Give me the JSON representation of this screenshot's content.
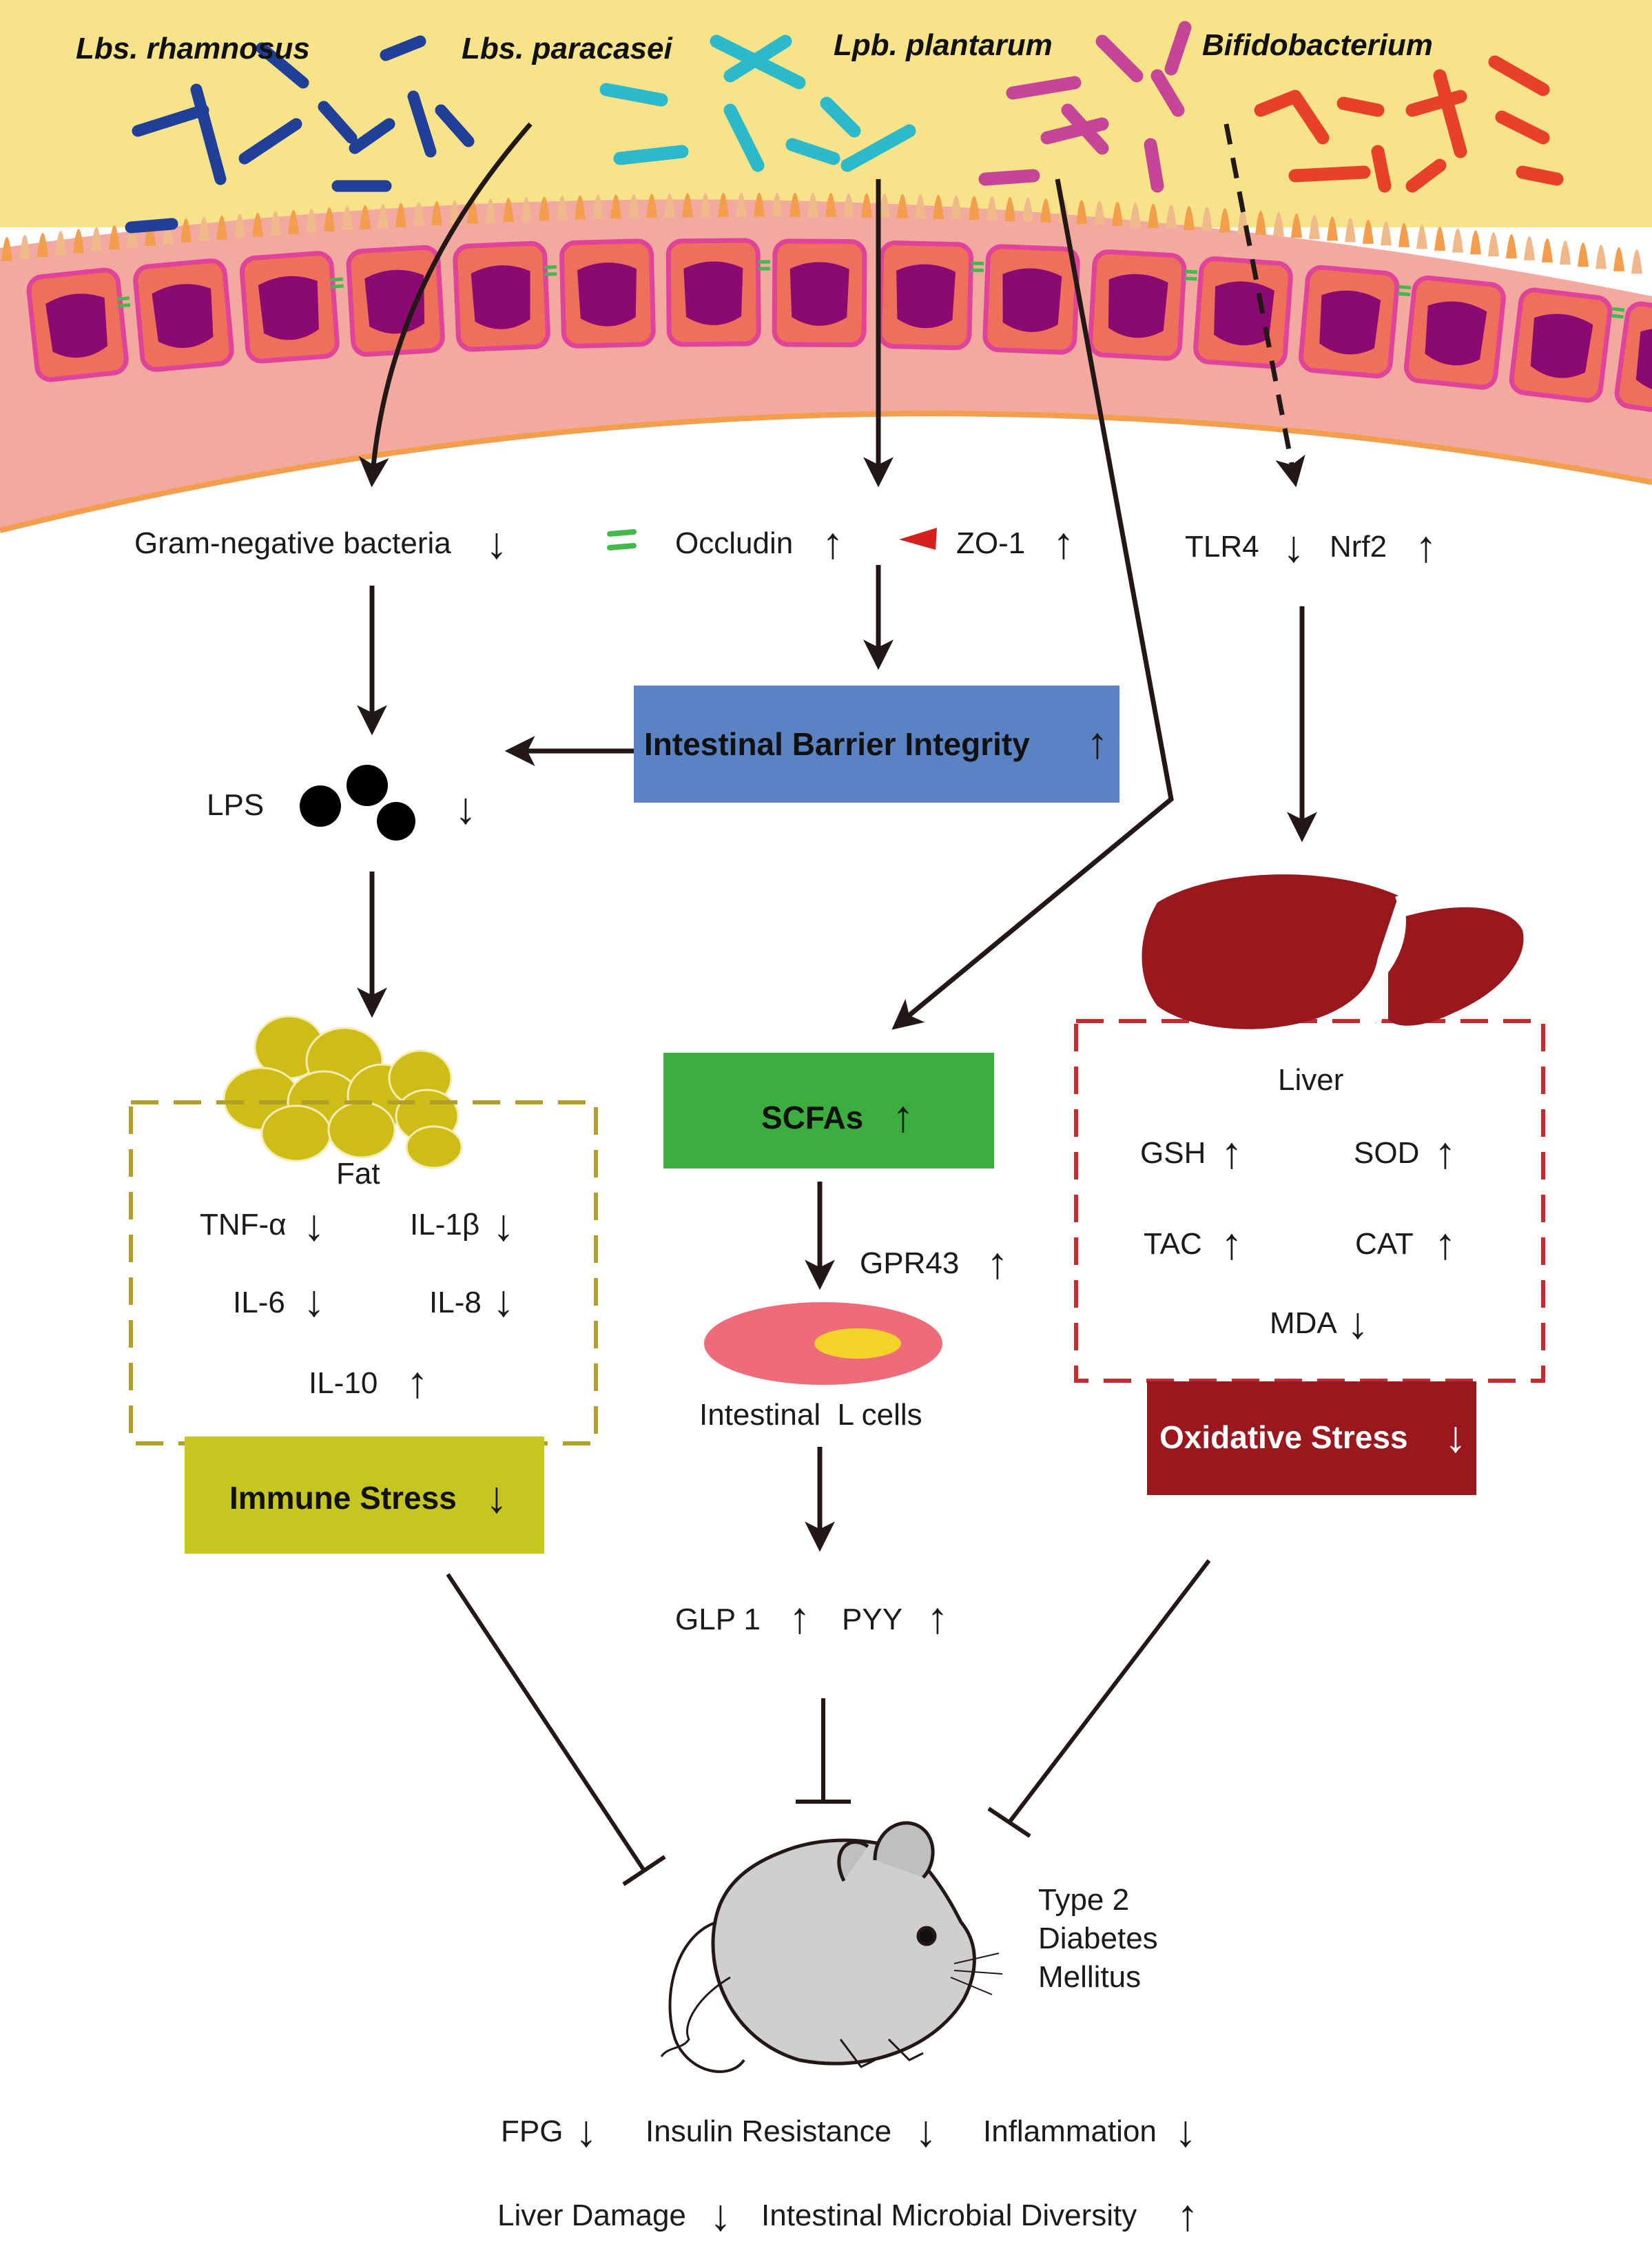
{
  "bacteria": {
    "rhamnosus": "Lbs. rhamnosus",
    "paracasei": "Lbs. paracasei",
    "plantarum": "Lpb. plantarum",
    "bifidobacterium": "Bifidobacterium"
  },
  "gut": {
    "gram_negative": "Gram-negative bacteria",
    "occludin": "Occludin",
    "zo1": "ZO-1",
    "tlr4": "TLR4",
    "nrf2": "Nrf2"
  },
  "arrows": {
    "up": "↑",
    "down": "↓"
  },
  "barrier": {
    "label": "Intestinal Barrier Integrity"
  },
  "lps": {
    "label": "LPS"
  },
  "fat": {
    "label": "Fat",
    "tnf": "TNF-α",
    "il1b": "IL-1β",
    "il6": "IL-6",
    "il8": "IL-8",
    "il10": "IL-10"
  },
  "immune": {
    "label": "Immune Stress"
  },
  "scfa": {
    "label": "SCFAs",
    "gpr43": "GPR43",
    "lcells": "Intestinal  L cells",
    "glp1": "GLP 1",
    "pyy": "PYY"
  },
  "liver": {
    "label": "Liver",
    "gsh": "GSH",
    "sod": "SOD",
    "tac": "TAC",
    "cat": "CAT",
    "mda": "MDA"
  },
  "oxidative": {
    "label": "Oxidative Stress"
  },
  "disease": {
    "line1": "Type 2",
    "line2": "Diabetes",
    "line3": "Mellitus"
  },
  "outcomes": {
    "fpg": "FPG",
    "insulin": "Insulin Resistance",
    "inflammation": "Inflammation",
    "liver_damage": "Liver Damage",
    "diversity": "Intestinal Microbial Diversity"
  },
  "colors": {
    "lumen": "#f6e38a",
    "mucosa": "#f2a9a0",
    "cell_fill": "#ee6f5a",
    "cell_border": "#e0449a",
    "nucleus": "#8b0a72",
    "rhamnosus": "#1f3f99",
    "paracasei": "#2cb9c9",
    "plantarum": "#c54597",
    "bifidobacterium": "#e8412a",
    "barrier_box": "#5b82c3",
    "scfa_box": "#3cae3f",
    "immune_box": "#c6c620",
    "fat": "#cdbd16",
    "liver": "#98181e",
    "lcell": "#f06b7a",
    "lcell_nucleus": "#f3d22a"
  }
}
